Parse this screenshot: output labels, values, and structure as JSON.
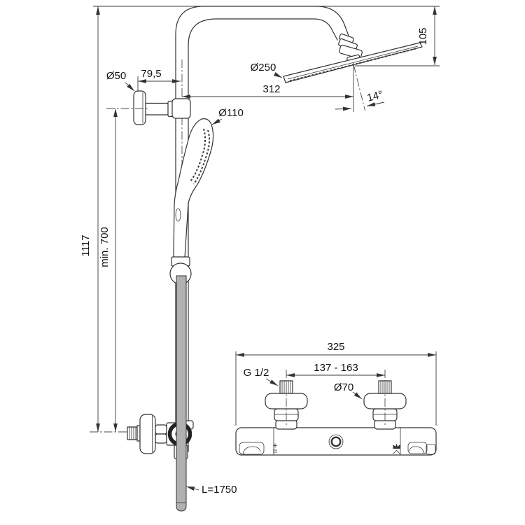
{
  "labels": {
    "overall_height": "1117",
    "min_height": "min. 700",
    "bracket_offset": "79,5",
    "bracket_diameter": "Ø50",
    "hand_shower_diameter": "Ø110",
    "head_shower_diameter": "Ø250",
    "head_projection": "312",
    "head_drop": "105",
    "head_angle": "14°",
    "hose_length": "L=1750"
  },
  "mixer": {
    "overall_width": "325",
    "inlet_spacing": "137 - 163",
    "thread_size": "G 1/2",
    "escutcheon_diameter": "Ø70"
  },
  "colors": {
    "line": "#333333",
    "hose": "#b1b1b1",
    "text": "#111111",
    "background": "#ffffff"
  }
}
